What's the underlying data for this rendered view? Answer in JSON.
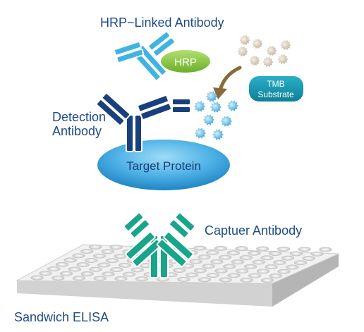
{
  "labels": {
    "hrp_linked_antibody": "HRP−Linked Antibody",
    "hrp": "HRP",
    "tmb_line1": "TMB",
    "tmb_line2": "Substrate",
    "detection_line1": "Detection",
    "detection_line2": "Antibody",
    "target_protein": "Target Protein",
    "capture_antibody": "Captuer Antibody",
    "sandwich_elisa": "Sandwich ELISA"
  },
  "colors": {
    "label_text": "#1d4b86",
    "hrp_antibody": "#3fb3e3",
    "detection_antibody": "#1a3f7d",
    "capture_antibody": "#18a58a",
    "hrp_oval": "#8cc63f",
    "tmb_label": "#1a9ab0",
    "target_protein": "#4fb2e6",
    "tmb_product": "#4fb4e6",
    "tmb_substrate": "#cfc4b4",
    "arrow": "#8a6a3a"
  }
}
